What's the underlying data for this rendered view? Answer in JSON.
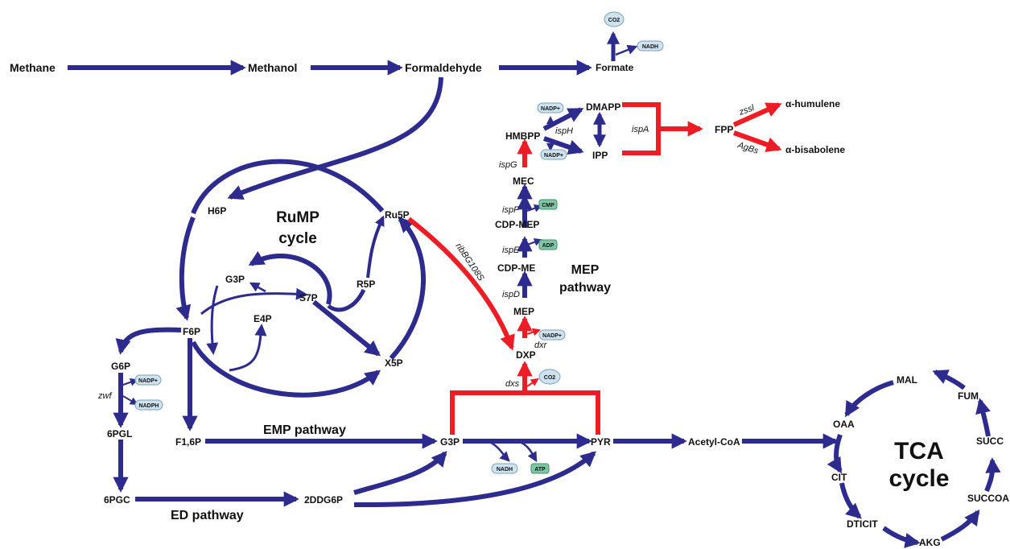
{
  "colors": {
    "pathway": "#2e2b8f",
    "engineered": "#ee1c24",
    "cofactor_blue": "#cfe3ee",
    "cofactor_green": "#7fc6a4"
  },
  "metabolites": {
    "methane": "Methane",
    "methanol": "Methanol",
    "formaldehyde": "Formaldehyde",
    "formate": "Formate",
    "h6p": "H6P",
    "ru5p": "Ru5P",
    "r5p": "R5P",
    "x5p": "X5P",
    "s7p": "S7P",
    "e4p": "E4P",
    "g3p_cycle": "G3P",
    "f6p": "F6P",
    "f16p": "F1,6P",
    "g6p": "G6P",
    "pgl6": "6PGL",
    "pgc6": "6PGC",
    "ddg6p": "2DDG6P",
    "g3p": "G3P",
    "pyr": "PYR",
    "acetylcoa": "Acetyl-CoA",
    "dxp": "DXP",
    "mep": "MEP",
    "cdpme": "CDP-ME",
    "cdpmep": "CDP-MEP",
    "mec": "MEC",
    "hmbpp": "HMBPP",
    "dmapp": "DMAPP",
    "ipp": "IPP",
    "fpp": "FPP",
    "humulene": "α-humulene",
    "bisabolene": "α-bisabolene",
    "mal": "MAL",
    "fum": "FUM",
    "oaa": "OAA",
    "succ": "SUCC",
    "cit": "CIT",
    "succoa": "SUCCOA",
    "dticit": "DTICIT",
    "akg": "AKG"
  },
  "cycles": {
    "rump_line1": "RuMP",
    "rump_line2": "cycle",
    "tca_line1": "TCA",
    "tca_line2": "cycle"
  },
  "pathways": {
    "emp": "EMP pathway",
    "ed": "ED pathway",
    "mep_line1": "MEP",
    "mep_line2": "pathway"
  },
  "enzymes": {
    "zwf": "zwf",
    "ribbg": "ribBG108S",
    "dxs": "dxs",
    "dxr": "dxr",
    "ispd": "ispD",
    "ispe": "ispE",
    "ispf": "ispF",
    "ispg": "ispG",
    "isph": "ispH",
    "ispa": "ispA",
    "zssl": "zssl",
    "agbs": "AgBs"
  },
  "cofactors": {
    "co2_top": "CO2",
    "nadh_top": "NADH",
    "nadp_g6p": "NADP+",
    "nadph_g6p": "NADPH",
    "nadh_g3p": "NADH",
    "atp_g3p": "ATP",
    "co2_dxs": "CO2",
    "nadp_dxr": "NADP+",
    "adp": "ADP",
    "cmp": "CMP",
    "nadp_isph1": "NADP+",
    "nadp_isph2": "NADP+"
  }
}
